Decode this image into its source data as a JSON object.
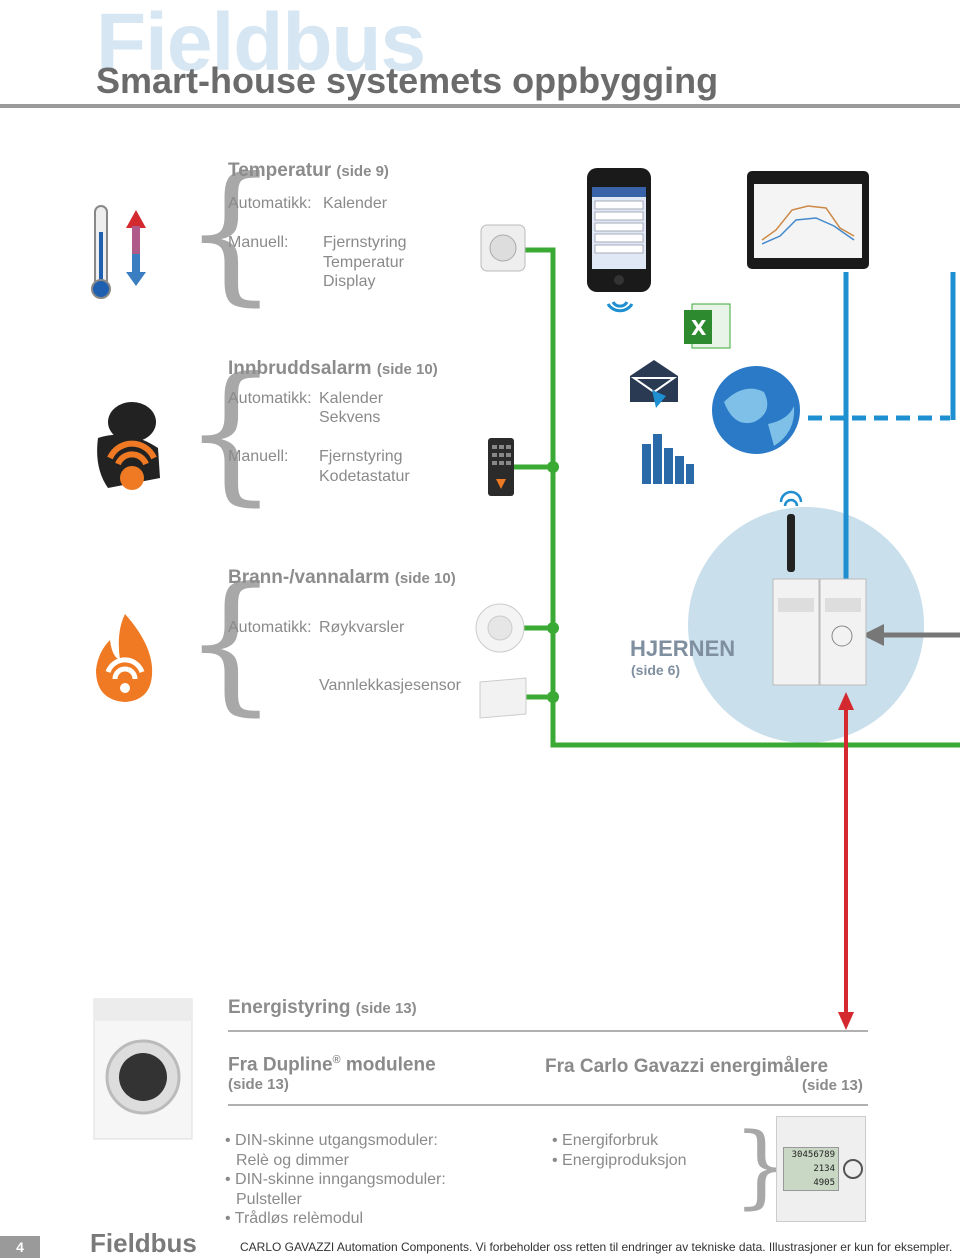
{
  "header": {
    "bg_title": "Fieldbus",
    "title": "Smart-house systemets oppbygging"
  },
  "temperatur": {
    "title": "Temperatur",
    "page": "(side 9)",
    "auto_label": "Automatikk:",
    "auto_items": [
      "Kalender"
    ],
    "manual_label": "Manuell:",
    "manual_items": [
      "Fjernstyring",
      "Temperatur",
      "Display"
    ]
  },
  "innbrudd": {
    "title": "Innbruddsalarm",
    "page": "(side 10)",
    "auto_label": "Automatikk:",
    "auto_items": [
      "Kalender",
      "Sekvens"
    ],
    "manual_label": "Manuell:",
    "manual_items": [
      "Fjernstyring",
      "Kodetastatur"
    ]
  },
  "brann": {
    "title": "Brann-/vannalarm",
    "page": "(side 10)",
    "auto_label": "Automatikk:",
    "auto_items": [
      "Røykvarsler",
      "Vannlekkasjesensor"
    ]
  },
  "hjernen": {
    "title": "HJERNEN",
    "page": "(side 6)"
  },
  "energi": {
    "title": "Energistyring",
    "page": "(side 13)",
    "dupline_title": "Fra Dupline",
    "dupline_reg": "®",
    "dupline_rest": " modulene",
    "dupline_page": "(side 13)",
    "carlo_title": "Fra Carlo Gavazzi energimålere",
    "carlo_page": "(side 13)",
    "dupline_bullets": [
      "• DIN-skinne utgangsmoduler:",
      "Relè og dimmer",
      "• DIN-skinne inngangsmoduler:",
      "Pulsteller",
      "• Trådløs relèmodul"
    ],
    "carlo_bullets": [
      "• Energiforbruk",
      "• Energiproduksjon"
    ],
    "meter_readings": [
      "30456789",
      "2134",
      "4905"
    ]
  },
  "footer": {
    "page_number": "4",
    "brand": "Fieldbus",
    "disclaimer": "CARLO GAVAZZI Automation Components. Vi forbeholder oss retten til endringer av tekniske data. Illustrasjoner er kun for eksempler."
  },
  "colors": {
    "green": "#3aaa35",
    "blue": "#1e8fd0",
    "red": "#d42a2f",
    "hub_circle": "#c9dfec",
    "orange": "#f07a23"
  }
}
